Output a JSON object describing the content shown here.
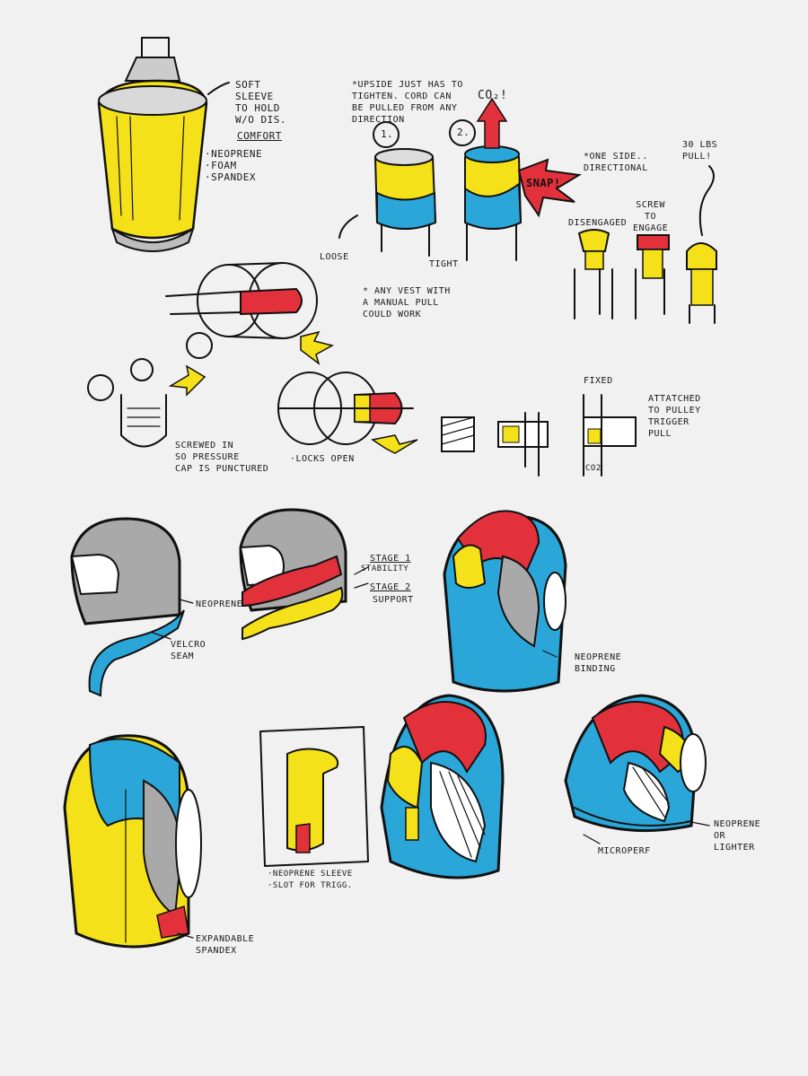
{
  "colors": {
    "background": "#f1f1f1",
    "yellow": "#f5e11a",
    "blue": "#2aa6d8",
    "red": "#e3313c",
    "grey": "#a9a9a9",
    "ink": "#111111"
  },
  "notes": {
    "sleeve": "SOFT\nSLEEVE\nTO HOLD\nW/O DIS.",
    "comfort": "COMFORT",
    "materials": "·NEOPRENE\n·FOAM\n·SPANDEX",
    "upside": "*UPSIDE JUST HAS TO\nTIGHTEN. CORD CAN\nBE PULLED FROM ANY\nDIRECTION",
    "co2": "CO₂!",
    "step1": "1.",
    "step2": "2.",
    "one_side": "*ONE SIDE..\nDIRECTIONAL",
    "snap": "SNAP!",
    "pull30": "30 LBS\nPULL!",
    "disengaged": "DISENGAGED",
    "screw": "SCREW\nTO\nENGAGE",
    "loose": "LOOSE",
    "tight": "TIGHT",
    "any_vest": "* ANY VEST WITH\nA MANUAL PULL\nCOULD WORK",
    "screwed": "SCREWED IN\nSO PRESSURE\nCAP IS PUNCTURED",
    "locks_open": "·LOCKS OPEN",
    "fixed": "FIXED",
    "attatched": "ATTATCHED\nTO PULLEY\nTRIGGER\nPULL",
    "co2_small": "CO2",
    "neoprene": "NEOPRENE",
    "velcro": "VELCRO\nSEAM",
    "stage1": "STAGE 1",
    "stability": "STABILITY",
    "stage2": "STAGE 2",
    "support": "SUPPORT",
    "binding": "NEOPRENE\nBINDING",
    "sleeve_slot": "·NEOPRENE SLEEVE\n·SLOT FOR TRIGG.",
    "microperf": "MICROPERF",
    "lighter": "NEOPRENE\nOR\nLIGHTER",
    "expandable": "EXPANDABLE\nSPANDEX"
  }
}
